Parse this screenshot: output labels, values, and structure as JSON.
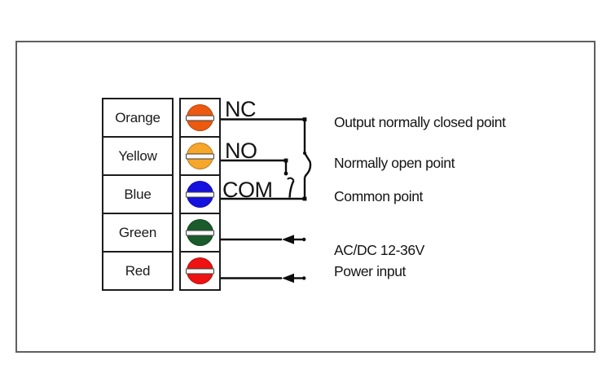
{
  "diagram": {
    "wire_table": {
      "rows": [
        {
          "label": "Orange",
          "terminal_color": "#ed5a0f"
        },
        {
          "label": "Yellow",
          "terminal_color": "#f6a62b"
        },
        {
          "label": "Blue",
          "terminal_color": "#1512df"
        },
        {
          "label": "Green",
          "terminal_color": "#1a5b2b"
        },
        {
          "label": "Red",
          "terminal_color": "#ee1212"
        }
      ]
    },
    "contacts": {
      "nc": "NC",
      "no": "NO",
      "com": "COM"
    },
    "descriptions": {
      "nc": "Output normally closed point",
      "no": "Normally open point",
      "com": "Common point",
      "power_rating": "AC/DC 12-36V",
      "power_label": "Power input"
    },
    "icons": {
      "power_input_arrow": "arrow-left"
    },
    "colors": {
      "wire_line": "#0d0d0d",
      "frame_border": "#5f5f5f",
      "table_border": "#1c1c1c",
      "slot_fill": "#f8f8f8"
    }
  }
}
